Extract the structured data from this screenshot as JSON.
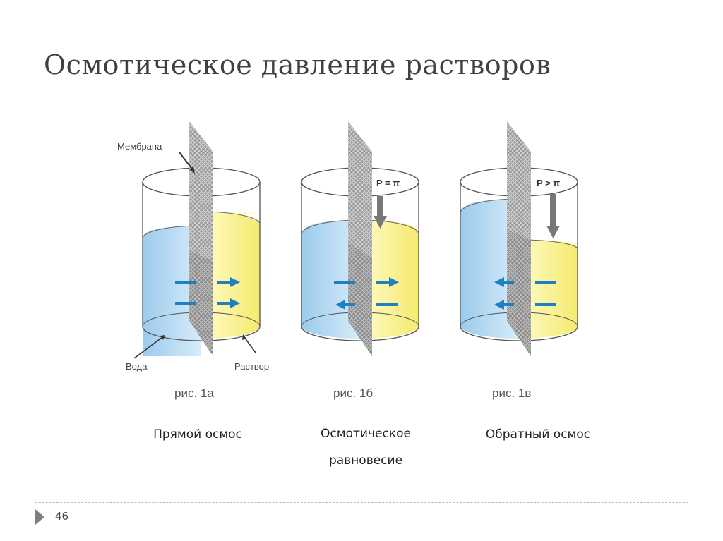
{
  "slide": {
    "title": "Осмотическое давление растворов",
    "page_number": "46"
  },
  "figure": {
    "labels": {
      "membrane": "Мембрана",
      "water": "Вода",
      "solution": "Раствор"
    },
    "panels": [
      {
        "fig": "рис. 1а",
        "caption": "Прямой осмос",
        "pressure": "",
        "arrows": [
          "right",
          "right"
        ]
      },
      {
        "fig": "рис. 1б",
        "caption_lines": [
          "Осмотическое",
          "равновесие"
        ],
        "pressure": "P = π",
        "arrows": [
          "right",
          "left"
        ]
      },
      {
        "fig": "рис. 1в",
        "caption": "Обратный осмос",
        "pressure": "P > π",
        "arrows": [
          "left",
          "left"
        ]
      }
    ]
  },
  "colors": {
    "water": "#a9d4ef",
    "solution": "#fbf49c",
    "arrow": "#1f7fc1",
    "membrane": "#8f8f8f"
  }
}
